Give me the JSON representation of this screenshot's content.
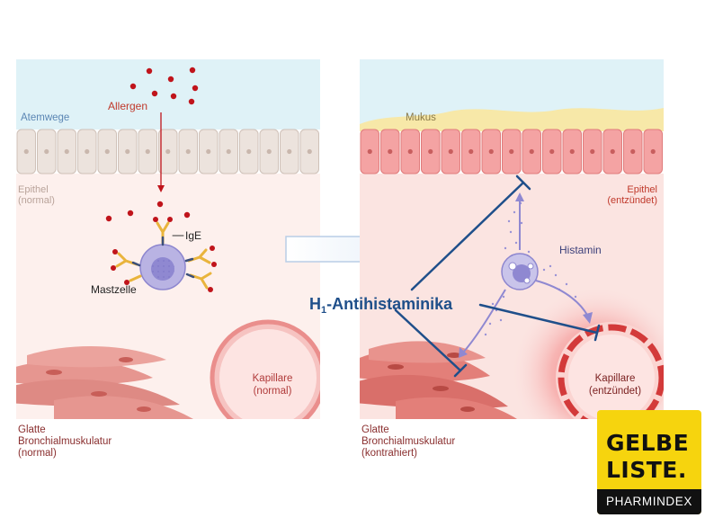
{
  "left_panel": {
    "airways": "Atemwege",
    "allergen": "Allergen",
    "epithelium": [
      "Epithel",
      "(normal)"
    ],
    "ige": "IgE",
    "mast_cell": "Mastzelle",
    "capillary": [
      "Kapillare",
      "(normal)"
    ],
    "smooth_muscle": [
      "Glatte",
      "Bronchialmuskulatur",
      "(normal)"
    ]
  },
  "right_panel": {
    "mucus": "Mukus",
    "epithelium": [
      "Epithel",
      "(entzündet)"
    ],
    "histamine": "Histamin",
    "drug_prefix": "H",
    "drug_sub": "1",
    "drug_suffix": "-Antihistaminika",
    "capillary": [
      "Kapillare",
      "(entzündet)"
    ],
    "smooth_muscle": [
      "Glatte",
      "Bronchialmuskulatur",
      "(kontrahiert)"
    ]
  },
  "logo": {
    "line1": "GELBE",
    "line2": "LISTE.",
    "bar": "PHARMINDEX"
  },
  "colors": {
    "airway": "#dff2f7",
    "tissue": "#fdf0ed",
    "cell_normal": "#ece3dd",
    "cell_inflamed": "#f4a3a3",
    "mucus": "#f7e8a8",
    "muscle": "#e69690",
    "capillary_wall": "#ef9a9a",
    "inflammation_glow": "#ee4a4a",
    "allergen": "#c0141b",
    "mast_cell": "#b9b3e3",
    "antibody": "#e9b43c",
    "drug_blue": "#1f4f8a",
    "label_red": "#c0392b",
    "label_blue": "#5b86b4"
  }
}
